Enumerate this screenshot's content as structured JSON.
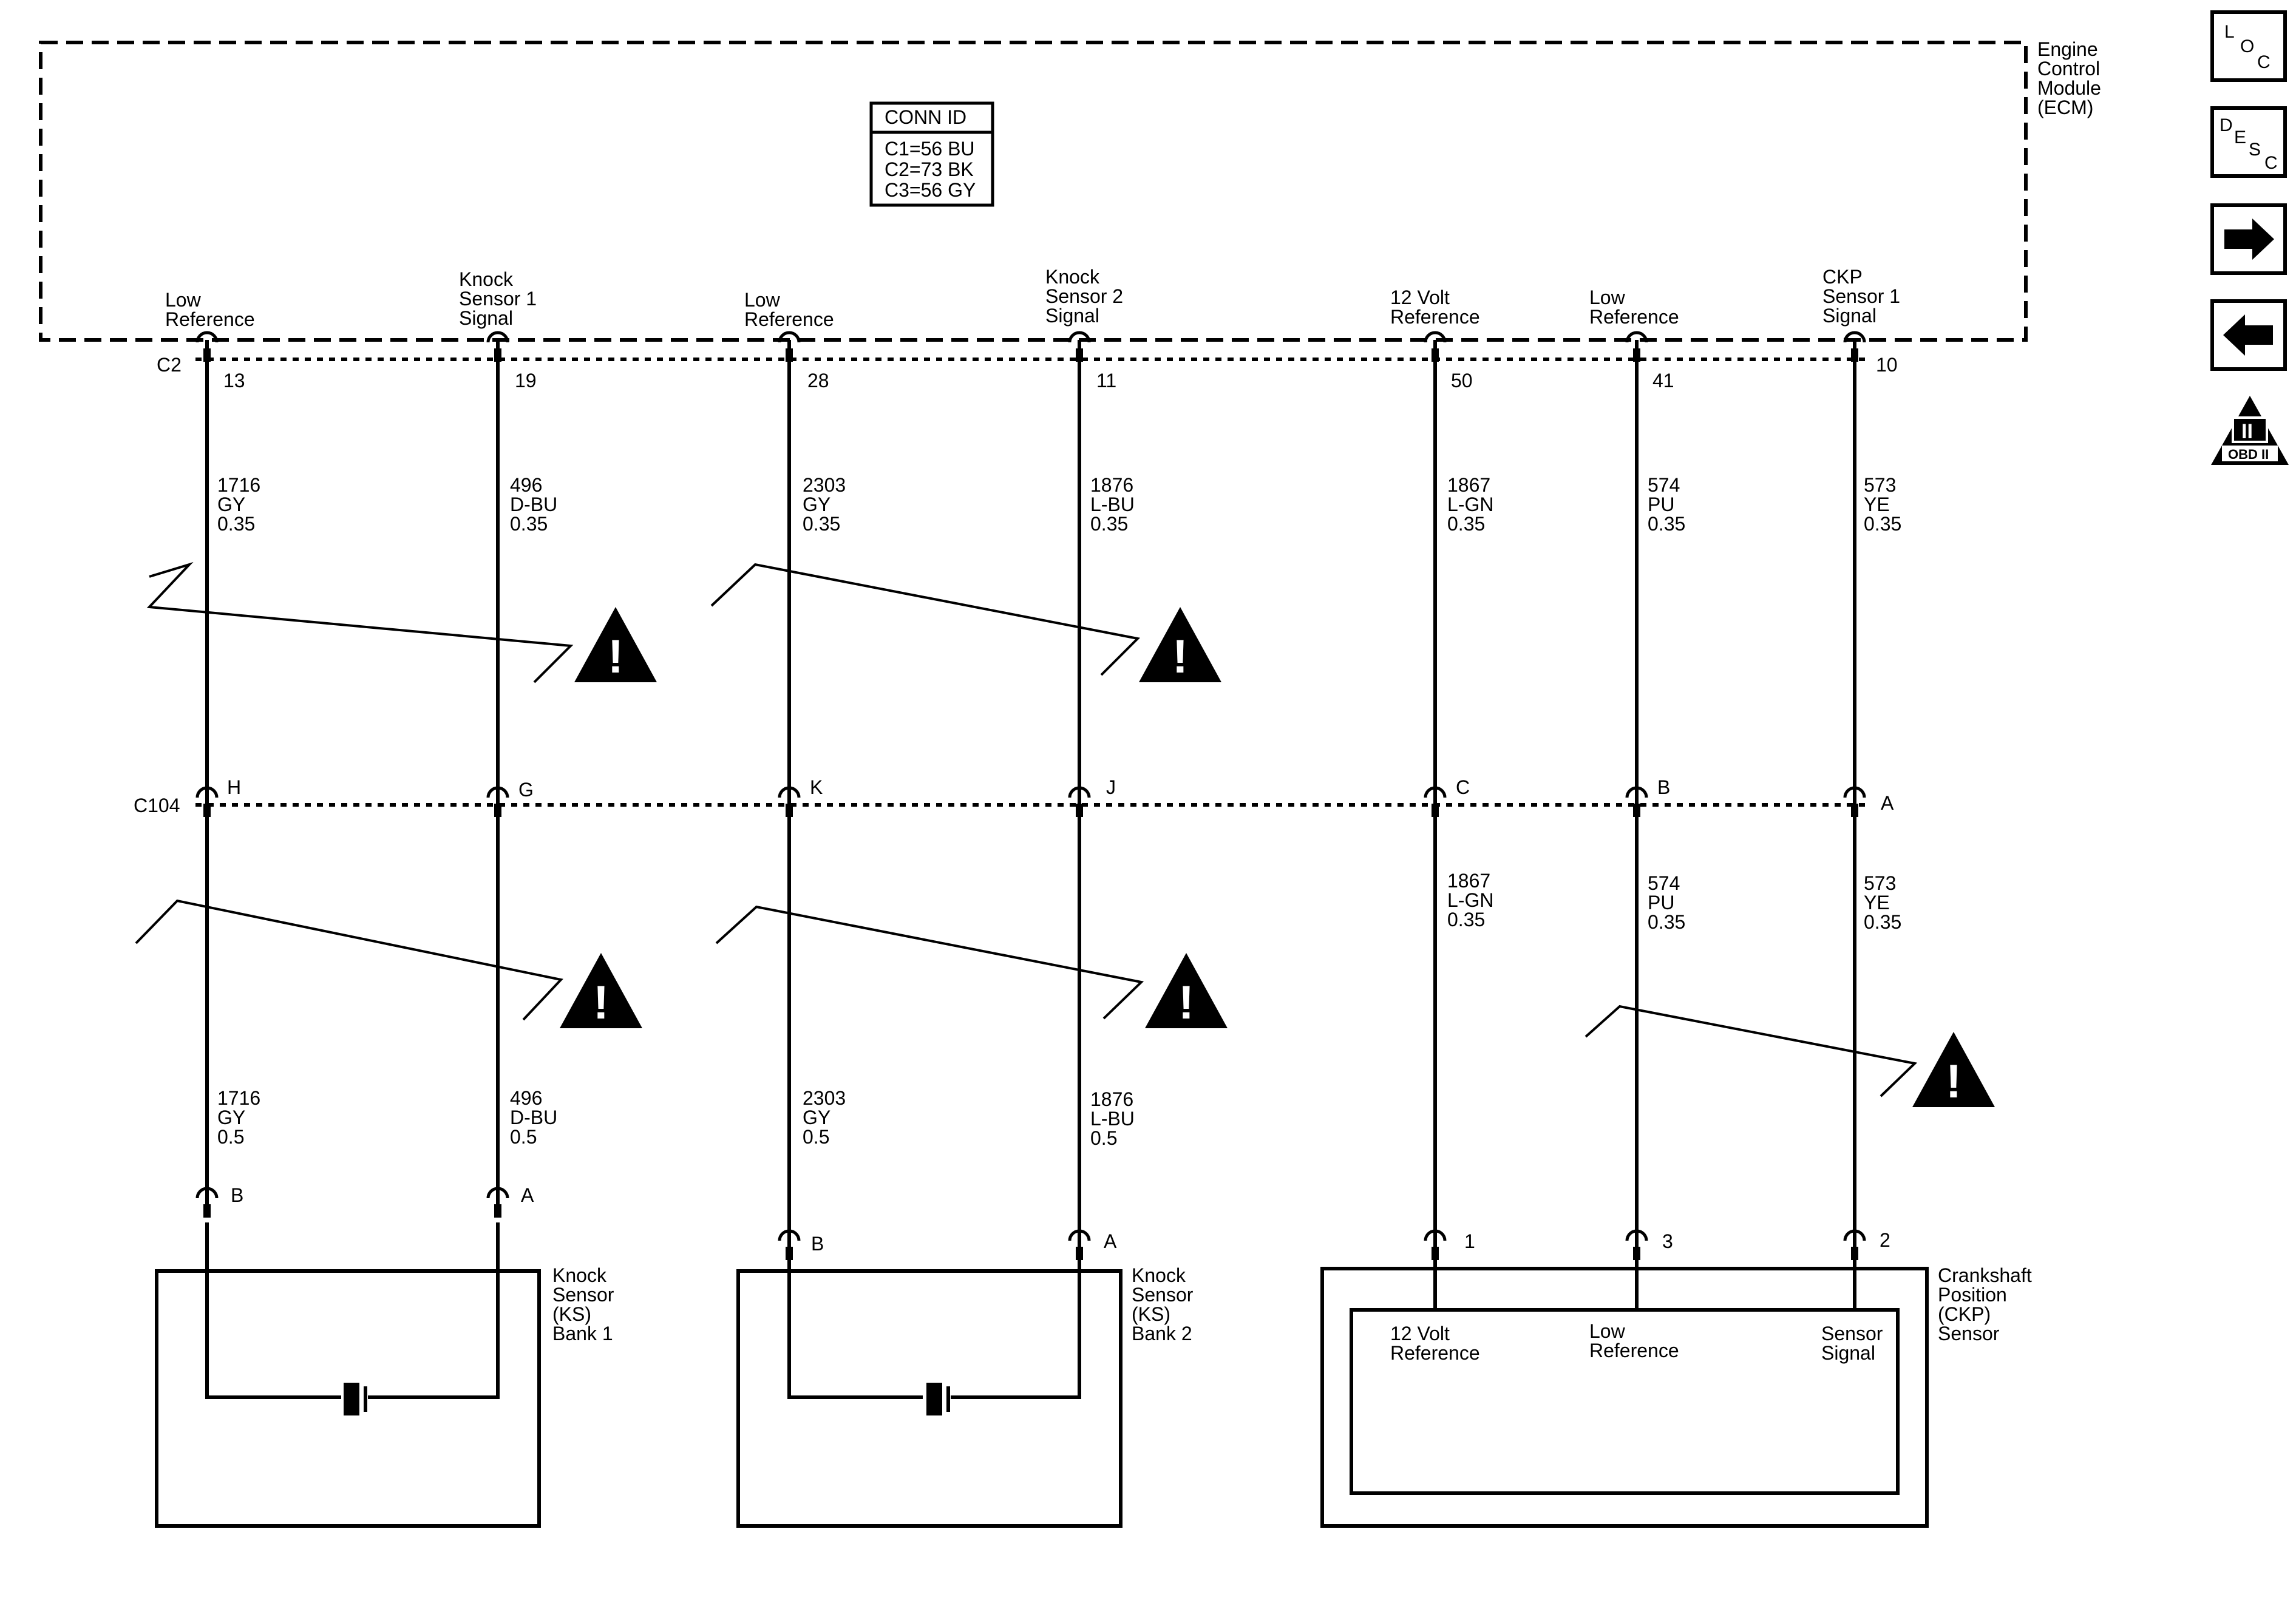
{
  "ecm": {
    "name": [
      "Engine",
      "Control",
      "Module",
      "(ECM)"
    ],
    "conn_id": {
      "title": "CONN ID",
      "rows": [
        "C1=56 BU",
        "C2=73 BK",
        "C3=56 GY"
      ]
    },
    "connector": "C2",
    "circuits": [
      {
        "label": [
          "Low",
          "Reference"
        ],
        "pin": "13"
      },
      {
        "label": [
          "Knock",
          "Sensor 1",
          "Signal"
        ],
        "pin": "19"
      },
      {
        "label": [
          "Low",
          "Reference"
        ],
        "pin": "28"
      },
      {
        "label": [
          "Knock",
          "Sensor 2",
          "Signal"
        ],
        "pin": "11"
      },
      {
        "label": [
          "12 Volt",
          "Reference"
        ],
        "pin": "50"
      },
      {
        "label": [
          "Low",
          "Reference"
        ],
        "pin": "41"
      },
      {
        "label": [
          "CKP",
          "Sensor 1",
          "Signal"
        ],
        "pin": "10"
      }
    ]
  },
  "upper_wires": [
    {
      "circuit": "1716",
      "color": "GY",
      "gauge": "0.35"
    },
    {
      "circuit": "496",
      "color": "D-BU",
      "gauge": "0.35"
    },
    {
      "circuit": "2303",
      "color": "GY",
      "gauge": "0.35"
    },
    {
      "circuit": "1876",
      "color": "L-BU",
      "gauge": "0.35"
    },
    {
      "circuit": "1867",
      "color": "L-GN",
      "gauge": "0.35"
    },
    {
      "circuit": "574",
      "color": "PU",
      "gauge": "0.35"
    },
    {
      "circuit": "573",
      "color": "YE",
      "gauge": "0.35"
    }
  ],
  "c104": {
    "name": "C104",
    "pins": [
      "H",
      "G",
      "K",
      "J",
      "C",
      "B",
      "A"
    ]
  },
  "lower_wires": [
    {
      "circuit": "1716",
      "color": "GY",
      "gauge": "0.5"
    },
    {
      "circuit": "496",
      "color": "D-BU",
      "gauge": "0.5"
    },
    {
      "circuit": "2303",
      "color": "GY",
      "gauge": "0.5"
    },
    {
      "circuit": "1876",
      "color": "L-BU",
      "gauge": "0.5"
    },
    {
      "circuit": "1867",
      "color": "L-GN",
      "gauge": "0.35"
    },
    {
      "circuit": "574",
      "color": "PU",
      "gauge": "0.35"
    },
    {
      "circuit": "573",
      "color": "YE",
      "gauge": "0.35"
    }
  ],
  "components": {
    "ks1": {
      "name": [
        "Knock",
        "Sensor",
        "(KS)",
        "Bank 1"
      ],
      "pins": [
        "B",
        "A"
      ]
    },
    "ks2": {
      "name": [
        "Knock",
        "Sensor",
        "(KS)",
        "Bank 2"
      ],
      "pins": [
        "B",
        "A"
      ]
    },
    "ckp": {
      "name": [
        "Crankshaft",
        "Position",
        "(CKP)",
        "Sensor"
      ],
      "pins": [
        "1",
        "3",
        "2"
      ],
      "inner_labels": [
        [
          "12 Volt",
          "Reference"
        ],
        [
          "Low",
          "Reference"
        ],
        [
          "Sensor",
          "Signal"
        ]
      ]
    }
  },
  "nav": {
    "loc": {
      "letters": [
        "L",
        "O",
        "C"
      ],
      "icon": "loc-icon"
    },
    "desc": {
      "letters": [
        "D",
        "E",
        "S",
        "C"
      ],
      "icon": "desc-icon"
    },
    "next": {
      "icon": "arrow-right-icon"
    },
    "prev": {
      "icon": "arrow-left-icon"
    },
    "obd": {
      "symbol": "II",
      "label": "OBD II",
      "icon": "obd-ii-icon"
    }
  },
  "warnings": {
    "icon": "warning-triangle-icon",
    "symbol": "!"
  }
}
